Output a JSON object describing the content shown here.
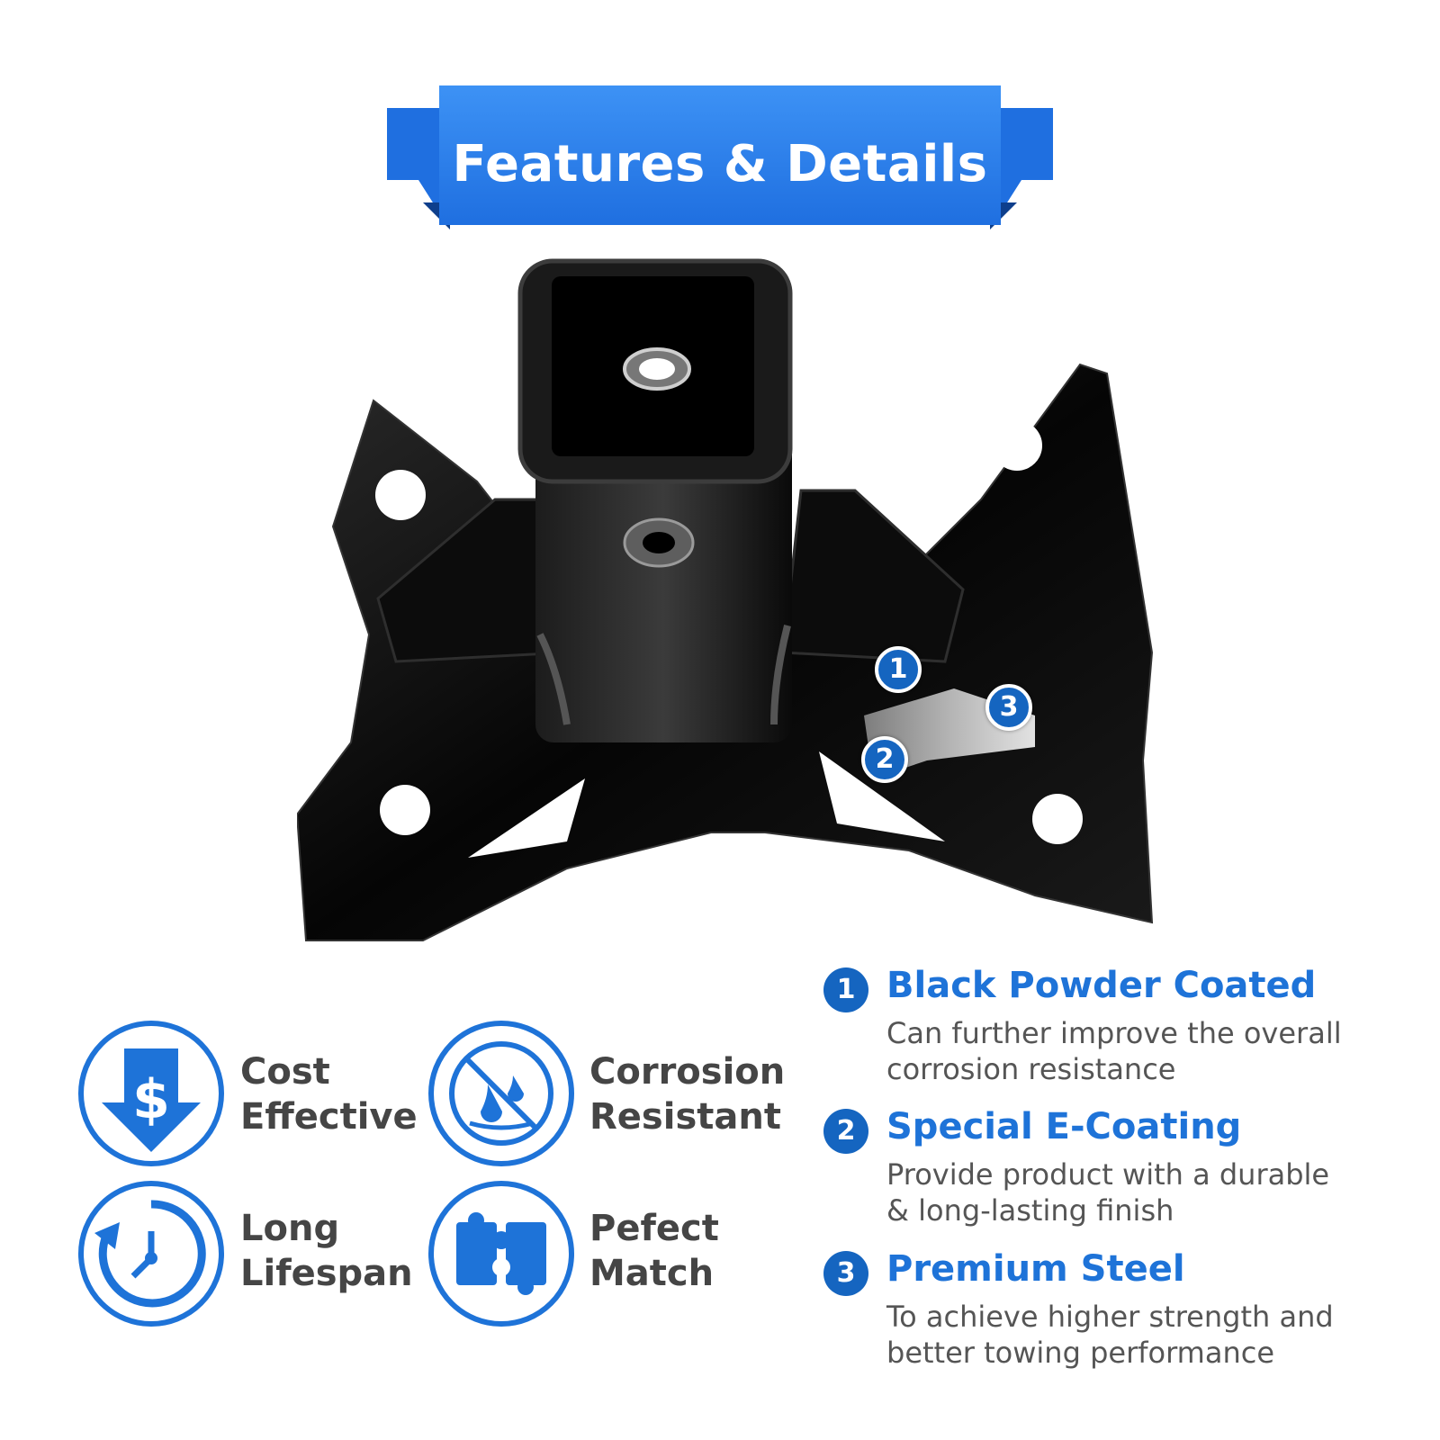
{
  "banner": {
    "title": "Features & Details"
  },
  "markers": [
    "1",
    "2",
    "3"
  ],
  "features": [
    {
      "icon": "dollar-down-arrow-icon",
      "line1": "Cost",
      "line2": "Effective"
    },
    {
      "icon": "no-water-drops-icon",
      "line1": "Corrosion",
      "line2": "Resistant"
    },
    {
      "icon": "clock-cycle-icon",
      "line1": "Long",
      "line2": "Lifespan"
    },
    {
      "icon": "puzzle-pieces-icon",
      "line1": "Pefect",
      "line2": "Match"
    }
  ],
  "details": [
    {
      "num": "1",
      "title": "Black Powder Coated",
      "desc1": "Can further improve the overall",
      "desc2": "corrosion resistance"
    },
    {
      "num": "2",
      "title": "Special E-Coating",
      "desc1": "Provide product with a durable",
      "desc2": "& long-lasting finish"
    },
    {
      "num": "3",
      "title": "Premium Steel",
      "desc1": "To achieve higher strength and",
      "desc2": "better towing performance"
    }
  ],
  "colors": {
    "accent": "#1e73d8",
    "banner": "#2f86f0",
    "banner_dark": "#1a5fc4",
    "text": "#454545"
  }
}
